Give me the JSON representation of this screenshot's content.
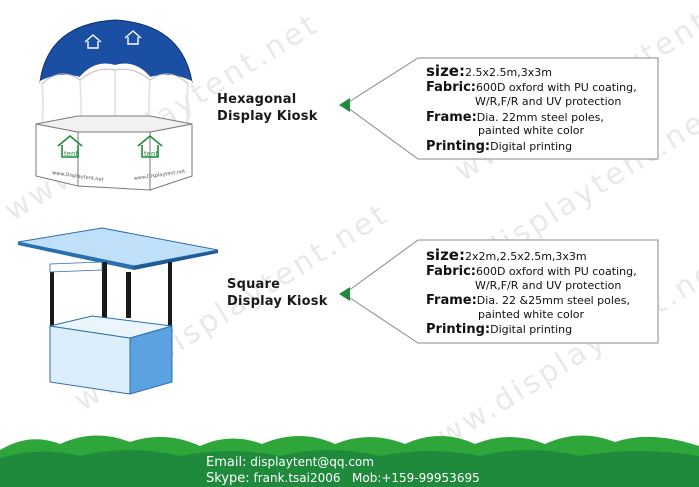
{
  "watermark": "www.displaytent.net",
  "products": [
    {
      "title_line1": "Hexagonal",
      "title_line2": "Display Kiosk",
      "logo_text": "tent",
      "url_text": "www.Displaytent.net",
      "size_label": "size:",
      "size_value": "2.5x2.5m,3x3m",
      "fabric_label": "Fabric:",
      "fabric_value_1": "600D oxford with PU coating,",
      "fabric_value_2": "W/R,F/R and UV protection",
      "frame_label": "Frame:",
      "frame_value_1": "Dia. 22mm steel poles,",
      "frame_value_2": "painted white color",
      "printing_label": "Printing:",
      "printing_value": "Digital printing"
    },
    {
      "title_line1": "Square",
      "title_line2": "Display Kiosk",
      "size_label": "size:",
      "size_value": "2x2m,2.5x2.5m,3x3m",
      "fabric_label": "Fabric:",
      "fabric_value_1": "600D oxford with PU coating,",
      "fabric_value_2": "W/R,F/R and UV protection",
      "frame_label": "Frame:",
      "frame_value_1": "Dia. 22 &25mm steel poles,",
      "frame_value_2": "painted white color",
      "printing_label": "Printing:",
      "printing_value": "Digital printing"
    }
  ],
  "footer": {
    "email_label": "Email:",
    "email_value": "displaytent@qq.com",
    "skype_label": "Skype:",
    "skype_value": "frank.tsai2006",
    "mob_value": "Mob:+159-99953695"
  },
  "colors": {
    "footer_green": "#2ea63a",
    "pointer_green": "#1f8a3c",
    "hex_blue": "#1b4fa3",
    "square_blue": "#5aa2e0"
  }
}
